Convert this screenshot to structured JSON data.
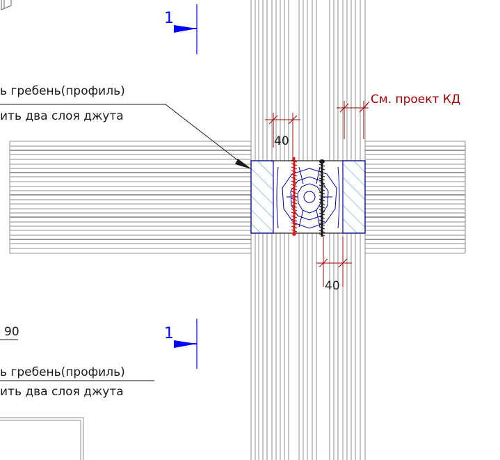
{
  "drawing": {
    "section_marker_top": "1",
    "section_marker_bottom": "1",
    "note_top_line1": "ь гребень(профиль)",
    "note_top_line2": "ить два слоя джута",
    "note_bottom_line1": "ь гребень(профиль)",
    "note_bottom_line2": "ить два слоя джута",
    "dimension_number": "90",
    "dim_top": "40",
    "dim_bottom": "40",
    "reference_note": "См. проект КД"
  },
  "colors": {
    "line": "#8c8c8c",
    "dark": "#1a1a1a",
    "blue": "#0000a0",
    "hatch": "#3a8fd6",
    "red": "#b00000",
    "screw_red": "#e02020",
    "marker": "#0000ff",
    "dim_text": "#a00000"
  }
}
